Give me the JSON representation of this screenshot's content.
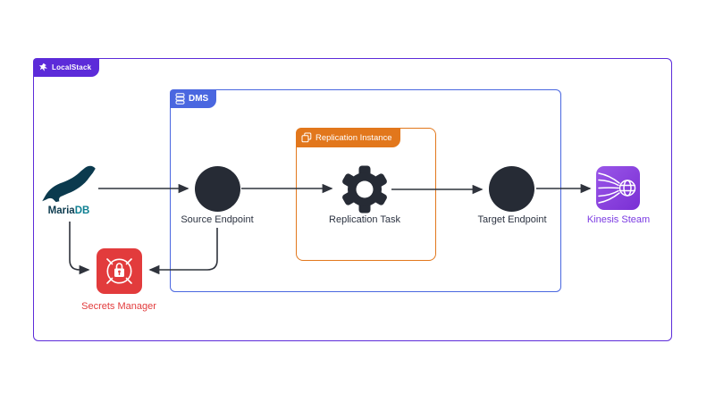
{
  "diagram": {
    "localstack": {
      "label": "LocalStack"
    },
    "dms": {
      "label": "DMS"
    },
    "replication_instance": {
      "label": "Replication Instance"
    },
    "nodes": {
      "mariadb": {
        "label_primary": "Maria",
        "label_secondary": "DB"
      },
      "source_endpoint": {
        "label": "Source Endpoint"
      },
      "replication_task": {
        "label": "Replication Task"
      },
      "target_endpoint": {
        "label": "Target Endpoint"
      },
      "kinesis_stream": {
        "label": "Kinesis Steam"
      },
      "secrets_manager": {
        "label": "Secrets Manager"
      }
    },
    "icons": {
      "localstack": "localstack-logo",
      "dms": "database-stack",
      "replication_instance": "copy-squares",
      "mariadb": "seal-logo",
      "replication_task": "gear",
      "secrets_manager": "lock-crosshair",
      "kinesis_stream": "stream-fan-globe",
      "endpoints": "filled-circle"
    },
    "colors": {
      "localstack_purple": "#5c2bd9",
      "dms_blue": "#4a67e0",
      "instance_orange": "#e2771c",
      "secrets_red": "#e23b3c",
      "kinesis_start": "#9a56e8",
      "kinesis_end": "#7a2fd4",
      "kinesis_text": "#7b3ae2",
      "node_dark": "#262b35",
      "label_dark": "#2b3240",
      "mariadb_navy": "#0b3a4e",
      "mariadb_teal": "#0e7f92",
      "arrow": "#2f333c"
    }
  }
}
